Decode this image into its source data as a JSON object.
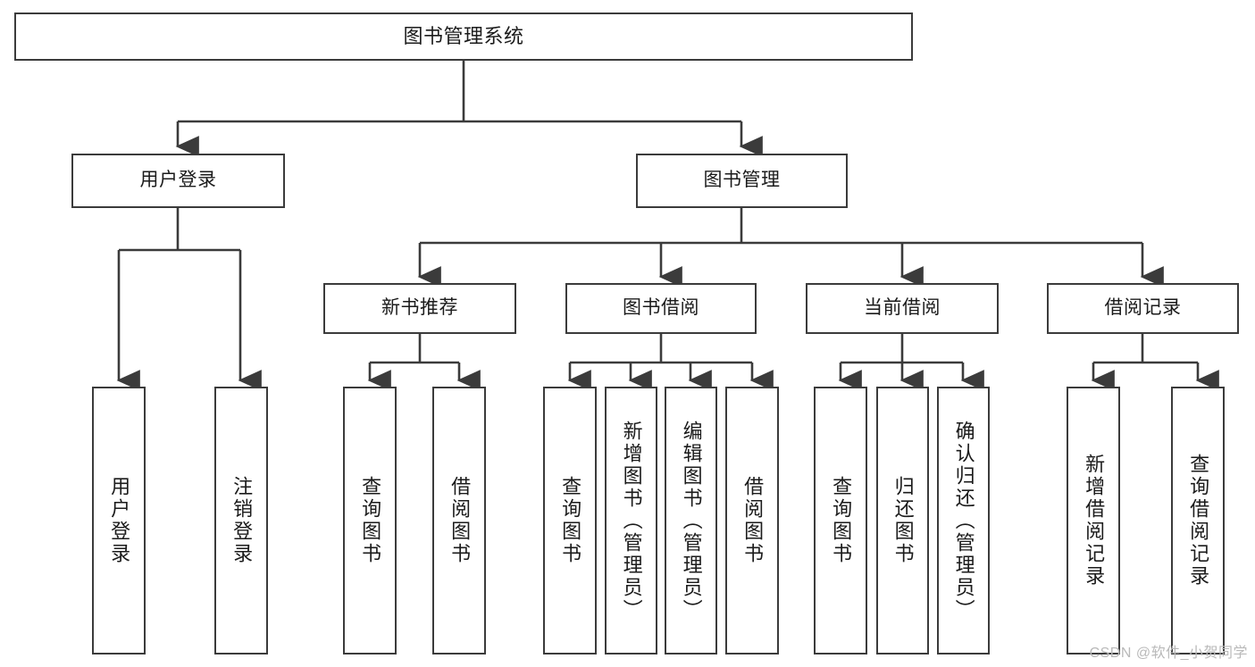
{
  "diagram": {
    "type": "tree",
    "title": "图书管理系统",
    "root": {
      "label": "图书管理系统"
    },
    "level1": [
      {
        "label": "用户登录"
      },
      {
        "label": "图书管理"
      }
    ],
    "level2": [
      {
        "label": "新书推荐"
      },
      {
        "label": "图书借阅"
      },
      {
        "label": "当前借阅"
      },
      {
        "label": "借阅记录"
      }
    ],
    "leaves": {
      "user_login": [
        {
          "label": "用户登录"
        },
        {
          "label": "注销登录"
        }
      ],
      "new_book_recommend": [
        {
          "label": "查询图书"
        },
        {
          "label": "借阅图书"
        }
      ],
      "book_borrow": [
        {
          "label": "查询图书"
        },
        {
          "label": "新增图书（管理员）"
        },
        {
          "label": "编辑图书（管理员）"
        },
        {
          "label": "借阅图书"
        }
      ],
      "current_borrow": [
        {
          "label": "查询图书"
        },
        {
          "label": "归还图书"
        },
        {
          "label": "确认归还（管理员）"
        }
      ],
      "borrow_records": [
        {
          "label": "新增借阅记录"
        },
        {
          "label": "查询借阅记录"
        }
      ]
    }
  },
  "watermark": {
    "text": "CSDN @软件_小贺同学"
  },
  "colors": {
    "stroke": "#3b3b3b",
    "text": "#1b1b1b",
    "background": "#ffffff",
    "watermark": "#b9b9b9"
  }
}
